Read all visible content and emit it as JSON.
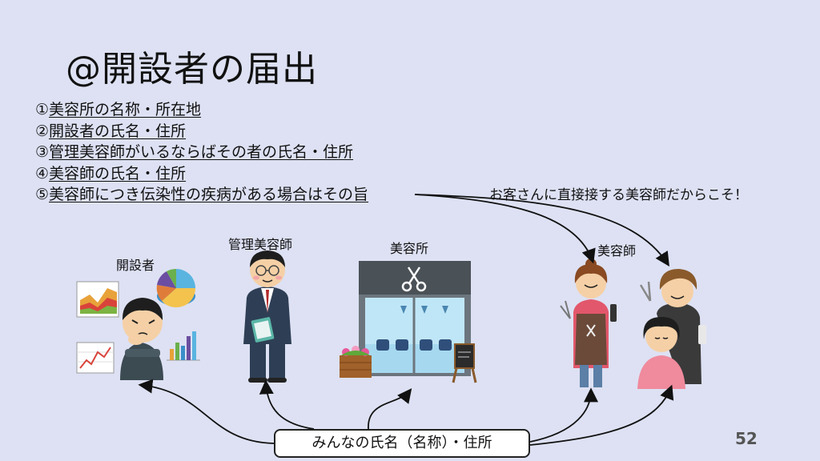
{
  "slide": {
    "title": "@開設者の届出",
    "items": [
      {
        "num": "①",
        "text": "美容所の名称・所在地"
      },
      {
        "num": "②",
        "text": "開設者の氏名・住所"
      },
      {
        "num": "③",
        "text": "管理美容師がいるならばその者の氏名・住所"
      },
      {
        "num": "④",
        "text": "美容師の氏名・住所"
      },
      {
        "num": "⑤",
        "text": "美容師につき伝染性の疾病がある場合はその旨"
      }
    ],
    "note": "お客さんに直接接する美容師だからこそ！",
    "labels": {
      "founder": "開設者",
      "manager": "管理美容師",
      "salon": "美容所",
      "beautician": "美容師"
    },
    "bottom_box": "みんなの氏名（名称）・住所",
    "page_number": "52"
  }
}
